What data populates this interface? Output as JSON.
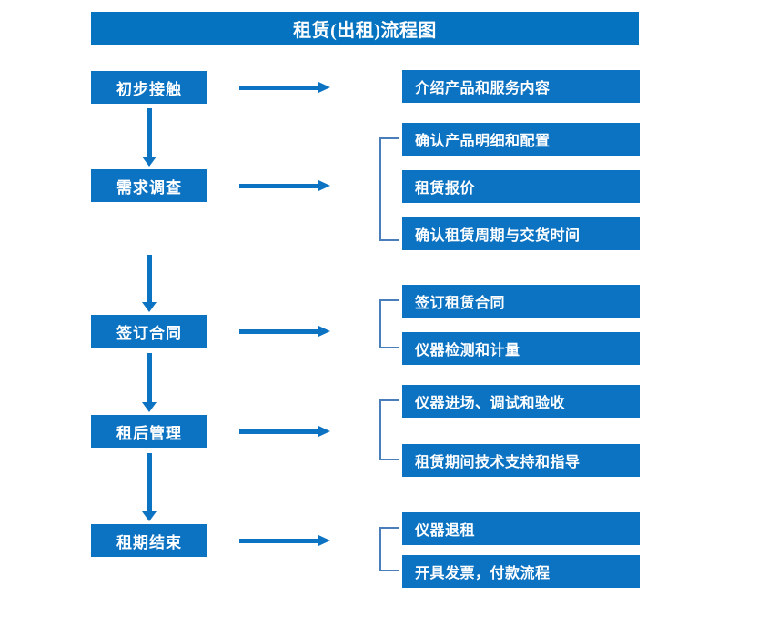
{
  "title": "租赁(出租)流程图",
  "colors": {
    "banner": "#0573bf",
    "box": "#0c72c2",
    "arrow": "#0c72c2",
    "bracket": "#4a7ebb",
    "text": "#ffffff",
    "background": "#ffffff"
  },
  "chart_data": {
    "type": "diagram",
    "title": "租赁(出租)流程图",
    "stages": [
      {
        "label": "初步接触",
        "details": [
          "介绍产品和服务内容"
        ]
      },
      {
        "label": "需求调查",
        "details": [
          "确认产品明细和配置",
          "租赁报价",
          "确认租赁周期与交货时间"
        ]
      },
      {
        "label": "签订合同",
        "details": [
          "签订租赁合同",
          "仪器检测和计量"
        ]
      },
      {
        "label": "租后管理",
        "details": [
          "仪器进场、调试和验收",
          "租赁期间技术支持和指导"
        ]
      },
      {
        "label": "租期结束",
        "details": [
          "仪器退租",
          "开具发票，付款流程"
        ]
      }
    ]
  },
  "stages": [
    {
      "label": "初步接触"
    },
    {
      "label": "需求调查"
    },
    {
      "label": "签订合同"
    },
    {
      "label": "租后管理"
    },
    {
      "label": "租期结束"
    }
  ],
  "details": [
    {
      "label": "介绍产品和服务内容"
    },
    {
      "label": "确认产品明细和配置"
    },
    {
      "label": "租赁报价"
    },
    {
      "label": "确认租赁周期与交货时间"
    },
    {
      "label": "签订租赁合同"
    },
    {
      "label": "仪器检测和计量"
    },
    {
      "label": "仪器进场、调试和验收"
    },
    {
      "label": "租赁期间技术支持和指导"
    },
    {
      "label": "仪器退租"
    },
    {
      "label": "开具发票，付款流程"
    }
  ]
}
